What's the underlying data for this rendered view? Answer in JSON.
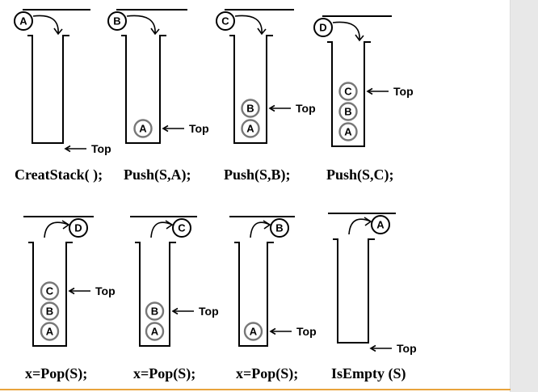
{
  "top_label": "Top",
  "frames": [
    {
      "op": "CreatStack( );",
      "moving": "A",
      "stack": [],
      "top_beside": "bottom"
    },
    {
      "op": "Push(S,A);",
      "moving": "B",
      "stack": [
        "A"
      ],
      "top_beside": "last"
    },
    {
      "op": "Push(S,B);",
      "moving": "C",
      "stack": [
        "A",
        "B"
      ],
      "top_beside": "last"
    },
    {
      "op": "Push(S,C);",
      "moving": "D",
      "stack": [
        "A",
        "B",
        "C"
      ],
      "top_beside": "last"
    },
    {
      "op": "x=Pop(S);",
      "moving": "D",
      "stack": [
        "A",
        "B",
        "C"
      ],
      "top_beside": "last"
    },
    {
      "op": "x=Pop(S);",
      "moving": "C",
      "stack": [
        "A",
        "B"
      ],
      "top_beside": "last"
    },
    {
      "op": "x=Pop(S);",
      "moving": "B",
      "stack": [
        "A"
      ],
      "top_beside": "last"
    },
    {
      "op": "IsEmpty (S)",
      "moving": "A",
      "stack": [],
      "top_beside": "bottom"
    }
  ],
  "colors": {
    "accent_rule": "#e8a33c",
    "side_bar": "#e8e8e8",
    "inner_ball_stroke": "#777777"
  }
}
